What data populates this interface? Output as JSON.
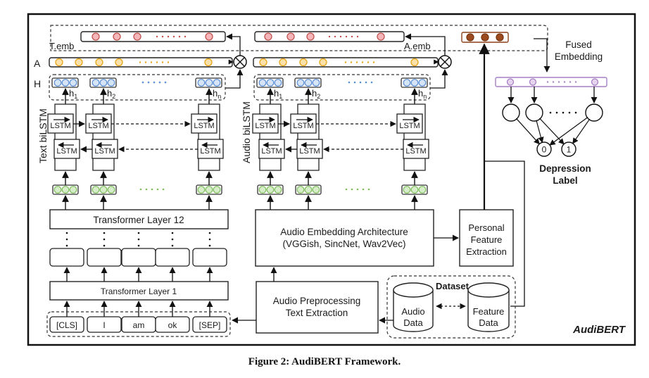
{
  "figure": {
    "caption": "Figure 2: AudiBERT Framework.",
    "brand": "AudiBERT"
  },
  "labels": {
    "t_emb": "T.emb",
    "a_emb": "A.emb",
    "A": "A",
    "H": "H",
    "text_bilstm": "Text biLSTM",
    "audio_bilstm": "Audio biLSTM",
    "fused_embedding_line1": "Fused",
    "fused_embedding_line2": "Embedding",
    "depression_line1": "Depression",
    "depression_line2": "Label",
    "dataset": "Dataset",
    "lstm": "LSTM",
    "h1": "h",
    "h1_sub": "1",
    "h2": "h",
    "h2_sub": "2",
    "hn": "h",
    "hn_sub": "n",
    "dots": ". . . . .",
    "output_0": "0",
    "output_1": "1"
  },
  "text_branch": {
    "transformer_top": "Transformer Layer 12",
    "transformer_bottom": "Transformer Layer 1",
    "tokens": [
      "[CLS]",
      "I",
      "am",
      "ok",
      "[SEP]"
    ]
  },
  "audio_branch": {
    "embedding_arch_line1": "Audio Embedding Architecture",
    "embedding_arch_line2": "(VGGish, SincNet, Wav2Vec)",
    "preprocessing_line1": "Audio Preprocessing",
    "preprocessing_line2": "Text Extraction",
    "personal_line1": "Personal",
    "personal_line2": "Feature",
    "personal_line3": "Extraction",
    "audio_data_line1": "Audio",
    "audio_data_line2": "Data",
    "feature_data_line1": "Feature",
    "feature_data_line2": "Data"
  },
  "colors": {
    "emb_red_fill": "#f4b6b8",
    "emb_red_stroke": "#c0504d",
    "attn_orange_fill": "#fde1a8",
    "attn_orange_stroke": "#e8a317",
    "hidden_blue_fill": "#d6e4f7",
    "hidden_blue_stroke": "#5b8fd6",
    "input_green_fill": "#d7ecc8",
    "input_green_stroke": "#7fbf5f",
    "personal_brown_fill": "#9c4a1f",
    "personal_brown_stroke": "#7a3510",
    "fused_purple_fill": "#e6d5ef",
    "fused_purple_stroke": "#a77fc4"
  }
}
